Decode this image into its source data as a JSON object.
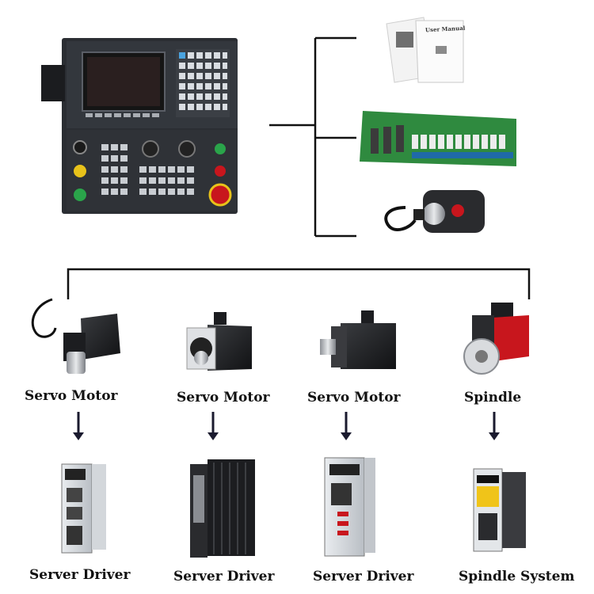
{
  "columns": [
    {
      "motor_label": "Servo Motor",
      "driver_label": "Server Driver"
    },
    {
      "motor_label": "Servo Motor",
      "driver_label": "Server Driver"
    },
    {
      "motor_label": "Servo Motor",
      "driver_label": "Server Driver"
    },
    {
      "motor_label": "Spindle",
      "driver_label": "Spindle System"
    }
  ],
  "manual": {
    "title": "User Manual"
  },
  "colors": {
    "line": "#111111",
    "arrow": "#1a1a2e",
    "spindle_red": "#c8161d",
    "panel_dark": "#2b2e33"
  }
}
